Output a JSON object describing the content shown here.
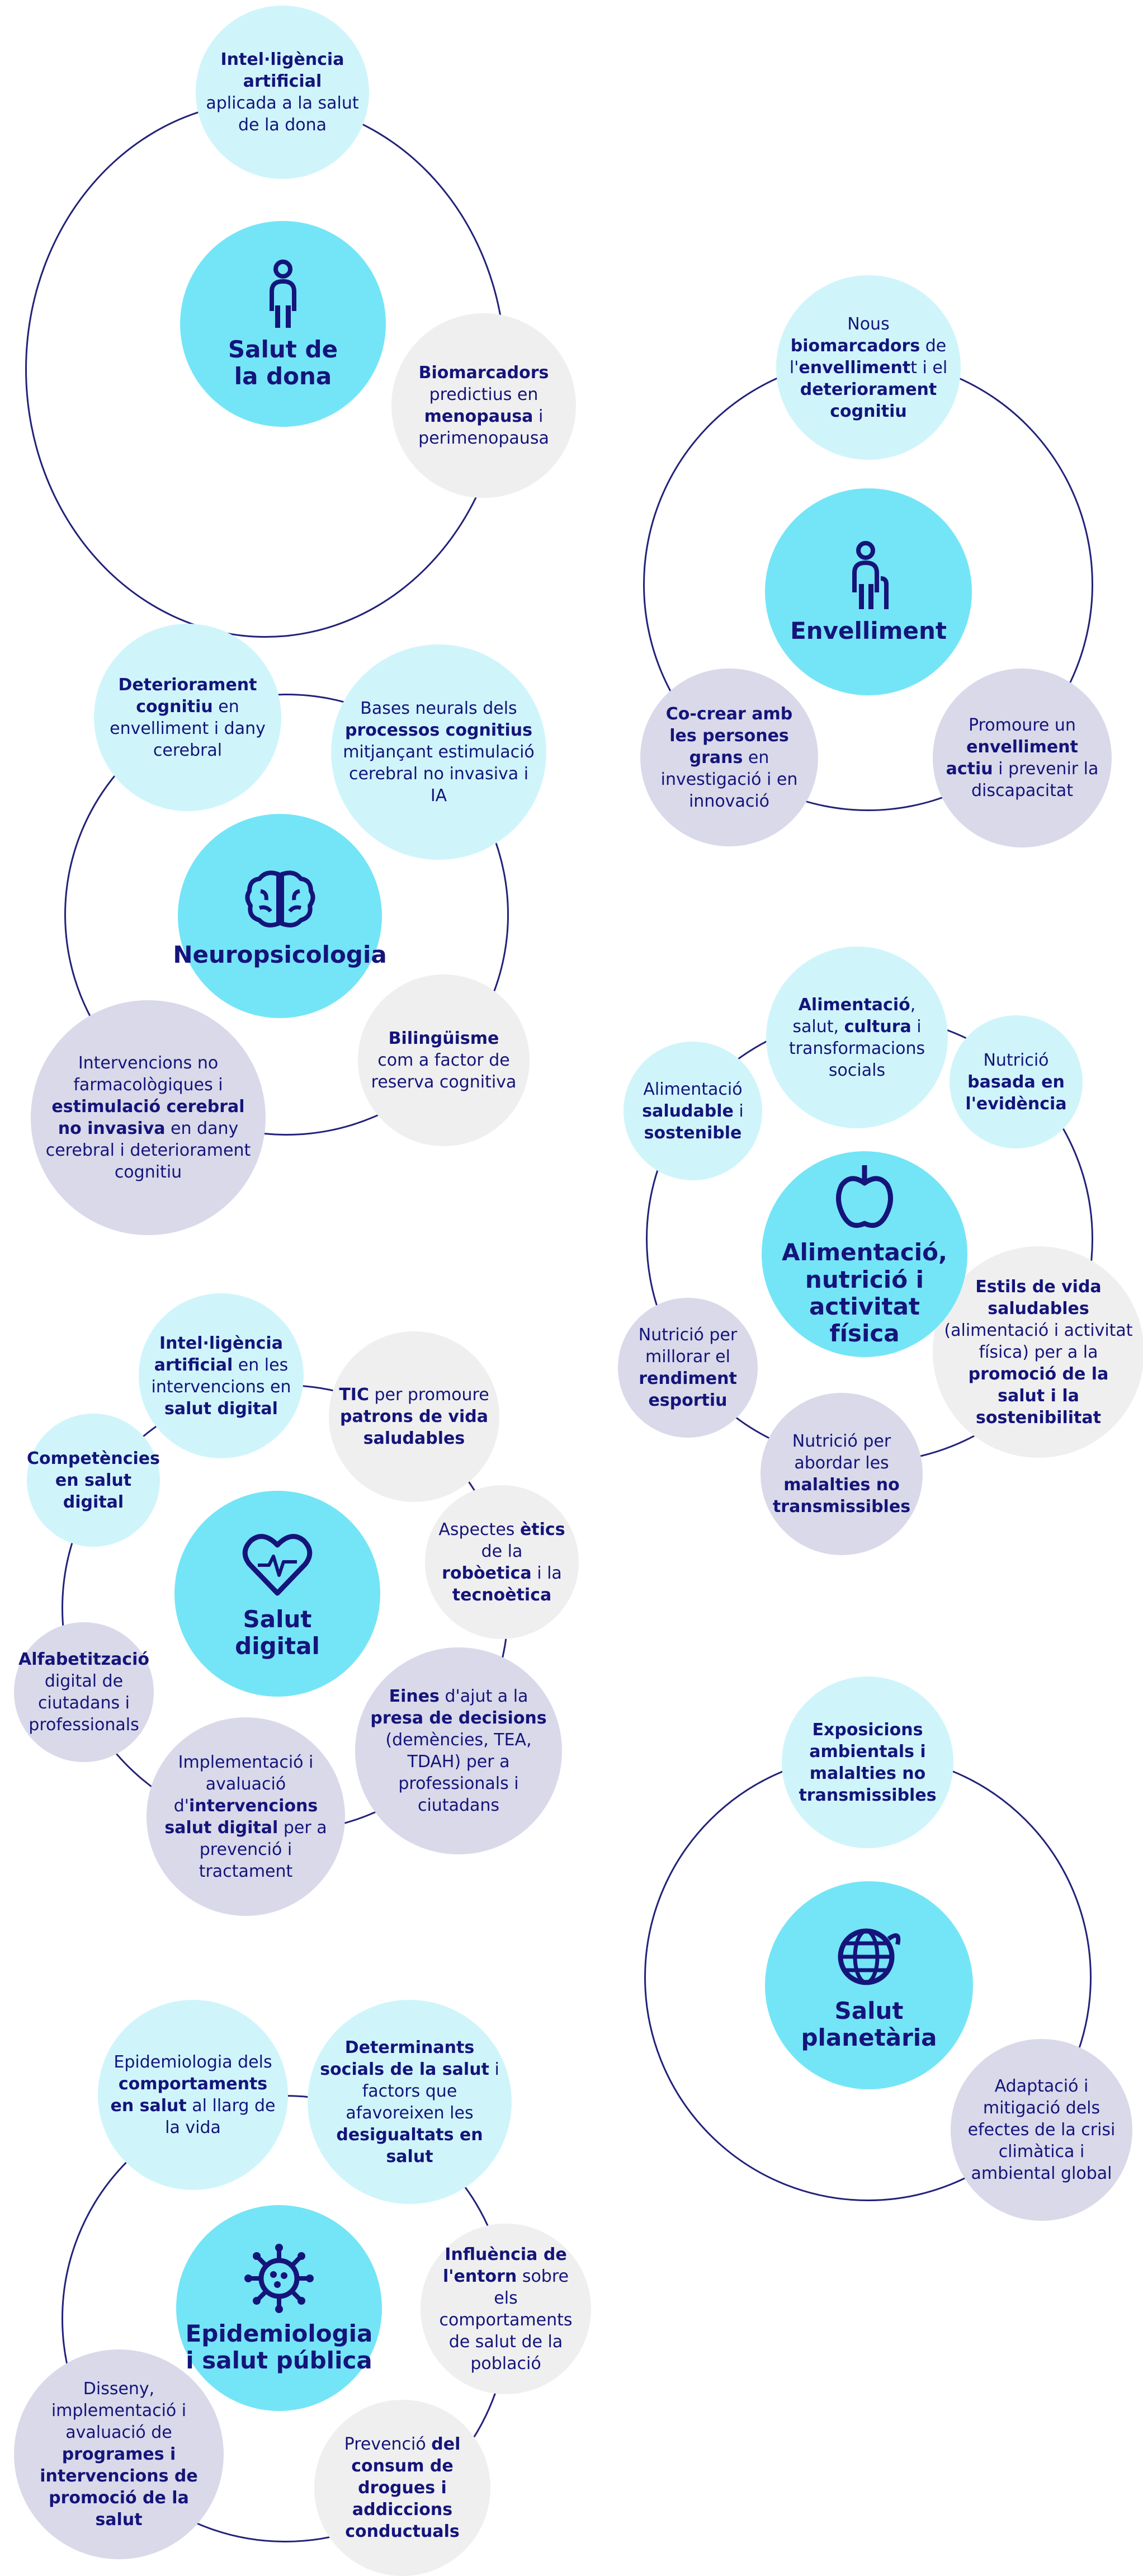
{
  "groups": [
    {
      "id": "salut-dona",
      "core": {
        "lines": [
          "Salut de",
          "la dona"
        ],
        "icon": "woman-icon"
      },
      "bubbles": [
        {
          "id": "ia-dona",
          "style": "light",
          "runs": [
            [
              "Intel·ligència artificial",
              true
            ],
            [
              " aplicada a la salut de la dona",
              false
            ]
          ]
        },
        {
          "id": "biomarcadors-menopausa",
          "style": "gray",
          "runs": [
            [
              "Biomarcadors",
              true
            ],
            [
              " predictius en ",
              false
            ],
            [
              "menopausa",
              true
            ],
            [
              " i perimenopausa",
              false
            ]
          ]
        }
      ]
    },
    {
      "id": "envelliment",
      "core": {
        "lines": [
          "Envelliment"
        ],
        "icon": "elderly-person-icon"
      },
      "bubbles": [
        {
          "id": "nous-biomarcadors",
          "style": "light",
          "runs": [
            [
              "Nous ",
              false
            ],
            [
              "biomarcadors",
              true
            ],
            [
              " de l'",
              false
            ],
            [
              "envelliment",
              true
            ],
            [
              "t i el ",
              false
            ],
            [
              "deteriorament cognitiu",
              true
            ]
          ]
        },
        {
          "id": "co-crear",
          "style": "lav",
          "runs": [
            [
              "Co-crear amb les persones grans",
              true
            ],
            [
              " en investigació i en innovació",
              false
            ]
          ]
        },
        {
          "id": "envelliment-actiu",
          "style": "lav",
          "runs": [
            [
              "Promoure un ",
              false
            ],
            [
              "envelliment actiu",
              true
            ],
            [
              " i prevenir la discapacitat",
              false
            ]
          ]
        }
      ]
    },
    {
      "id": "neuropsicologia",
      "core": {
        "lines": [
          "Neuropsicologia"
        ],
        "icon": "brain-icon"
      },
      "bubbles": [
        {
          "id": "deteriorament-cognitiu",
          "style": "light",
          "runs": [
            [
              "Deteriorament cognitiu",
              true
            ],
            [
              " en envelliment i dany cerebral",
              false
            ]
          ]
        },
        {
          "id": "bases-neurals",
          "style": "light",
          "runs": [
            [
              "Bases neurals dels ",
              false
            ],
            [
              "processos cognitius",
              true
            ],
            [
              " mitjançant estimulació cerebral no invasiva i IA",
              false
            ]
          ]
        },
        {
          "id": "bilinguisme",
          "style": "gray",
          "runs": [
            [
              "Bilingüisme",
              true
            ],
            [
              " com a factor de reserva cognitiva",
              false
            ]
          ]
        },
        {
          "id": "intervencions-no-farmaco",
          "style": "lav",
          "runs": [
            [
              "Intervencions no farmacològiques i ",
              false
            ],
            [
              "estimulació cerebral no invasiva",
              true
            ],
            [
              " en dany cerebral i deteriorament cognitiu",
              false
            ]
          ]
        }
      ]
    },
    {
      "id": "alimentacio",
      "core": {
        "lines": [
          "Alimentació,",
          "nutrició i activitat",
          "física"
        ],
        "icon": "apple-icon"
      },
      "bubbles": [
        {
          "id": "alimentacio-cultura",
          "style": "light",
          "runs": [
            [
              "Alimentació",
              true
            ],
            [
              ", salut, ",
              false
            ],
            [
              "cultura",
              true
            ],
            [
              " i transformacions socials",
              false
            ]
          ]
        },
        {
          "id": "alimentacio-saludable",
          "style": "light",
          "runs": [
            [
              "Alimentació ",
              false
            ],
            [
              "saludable",
              true
            ],
            [
              " i ",
              false
            ],
            [
              "sostenible",
              true
            ]
          ]
        },
        {
          "id": "nutricio-evidencia",
          "style": "light",
          "runs": [
            [
              "Nutrició ",
              false
            ],
            [
              "basada en l'evidència",
              true
            ]
          ]
        },
        {
          "id": "estils-vida",
          "style": "gray",
          "runs": [
            [
              "Estils de vida saludables",
              true
            ],
            [
              " (alimentació i activitat física) per a la ",
              false
            ],
            [
              "promoció de la salut i la sostenibilitat",
              true
            ]
          ]
        },
        {
          "id": "rendiment-esportiu",
          "style": "lav",
          "runs": [
            [
              "Nutrició per millorar el ",
              false
            ],
            [
              "rendiment esportiu",
              true
            ]
          ]
        },
        {
          "id": "malalties-no-transmissibles",
          "style": "lav",
          "runs": [
            [
              "Nutrició per abordar les ",
              false
            ],
            [
              "malalties no transmissibles",
              true
            ]
          ]
        }
      ]
    },
    {
      "id": "salut-digital",
      "core": {
        "lines": [
          "Salut",
          "digital"
        ],
        "icon": "heart-pulse-icon"
      },
      "bubbles": [
        {
          "id": "ia-salut-digital",
          "style": "light",
          "runs": [
            [
              "Intel·ligència artificial",
              true
            ],
            [
              " en les intervencions en ",
              false
            ],
            [
              "salut digital",
              true
            ]
          ]
        },
        {
          "id": "competencies",
          "style": "light",
          "runs": [
            [
              "Competències en salut digital",
              true
            ]
          ]
        },
        {
          "id": "tic-patrons",
          "style": "gray",
          "runs": [
            [
              "TIC",
              true
            ],
            [
              " per promoure ",
              false
            ],
            [
              "patrons de vida saludables",
              true
            ]
          ]
        },
        {
          "id": "aspectes-etics",
          "style": "gray",
          "runs": [
            [
              "Aspectes ",
              false
            ],
            [
              "ètics",
              true
            ],
            [
              " de la ",
              false
            ],
            [
              "robòetica",
              true
            ],
            [
              " i la ",
              false
            ],
            [
              "tecnoètica",
              true
            ]
          ]
        },
        {
          "id": "alfabetitzacio",
          "style": "lav",
          "runs": [
            [
              "Alfabetització",
              true
            ],
            [
              " digital de ciutadans i professionals",
              false
            ]
          ]
        },
        {
          "id": "eines-ajut",
          "style": "lav",
          "runs": [
            [
              "Eines",
              true
            ],
            [
              " d'ajut a la ",
              false
            ],
            [
              "presa de decisions",
              true
            ],
            [
              " (demències, TEA, TDAH) per a professionals i ciutadans",
              false
            ]
          ]
        },
        {
          "id": "implementacio",
          "style": "lav",
          "runs": [
            [
              "Implementació i avaluació d'",
              false
            ],
            [
              "intervencions salut digital",
              true
            ],
            [
              " per a prevenció i tractament",
              false
            ]
          ]
        }
      ]
    },
    {
      "id": "salut-planetaria",
      "core": {
        "lines": [
          "Salut",
          "planetària"
        ],
        "icon": "globe-icon"
      },
      "bubbles": [
        {
          "id": "exposicions",
          "style": "light",
          "runs": [
            [
              "Exposicions ambientals i malalties no transmissibles",
              true
            ]
          ]
        },
        {
          "id": "adaptacio",
          "style": "lav",
          "runs": [
            [
              "Adaptació i mitigació dels efectes de la crisi climàtica i ambiental global",
              false
            ]
          ]
        }
      ]
    },
    {
      "id": "epidemiologia",
      "core": {
        "lines": [
          "Epidemiologia",
          "i salut pública"
        ],
        "icon": "virus-icon"
      },
      "bubbles": [
        {
          "id": "comportaments",
          "style": "light",
          "runs": [
            [
              "Epidemiologia dels ",
              false
            ],
            [
              "comportaments en salut",
              true
            ],
            [
              " al llarg de la vida",
              false
            ]
          ]
        },
        {
          "id": "determinants",
          "style": "light",
          "runs": [
            [
              "Determinants socials de la salut",
              true
            ],
            [
              " i factors que afavoreixen les ",
              false
            ],
            [
              "desigualtats en salut",
              true
            ]
          ]
        },
        {
          "id": "entorn",
          "style": "gray",
          "runs": [
            [
              "Influència de l'entorn",
              true
            ],
            [
              " sobre els comportaments de salut de la població",
              false
            ]
          ]
        },
        {
          "id": "prevencio-drogues",
          "style": "gray",
          "runs": [
            [
              "Prevenció ",
              false
            ],
            [
              "del consum de drogues i addiccions conductuals",
              true
            ]
          ]
        },
        {
          "id": "programes",
          "style": "lav",
          "runs": [
            [
              "Disseny, implementació i avaluació de ",
              false
            ],
            [
              "programes i intervencions de promoció de la salut",
              true
            ]
          ]
        }
      ]
    }
  ]
}
